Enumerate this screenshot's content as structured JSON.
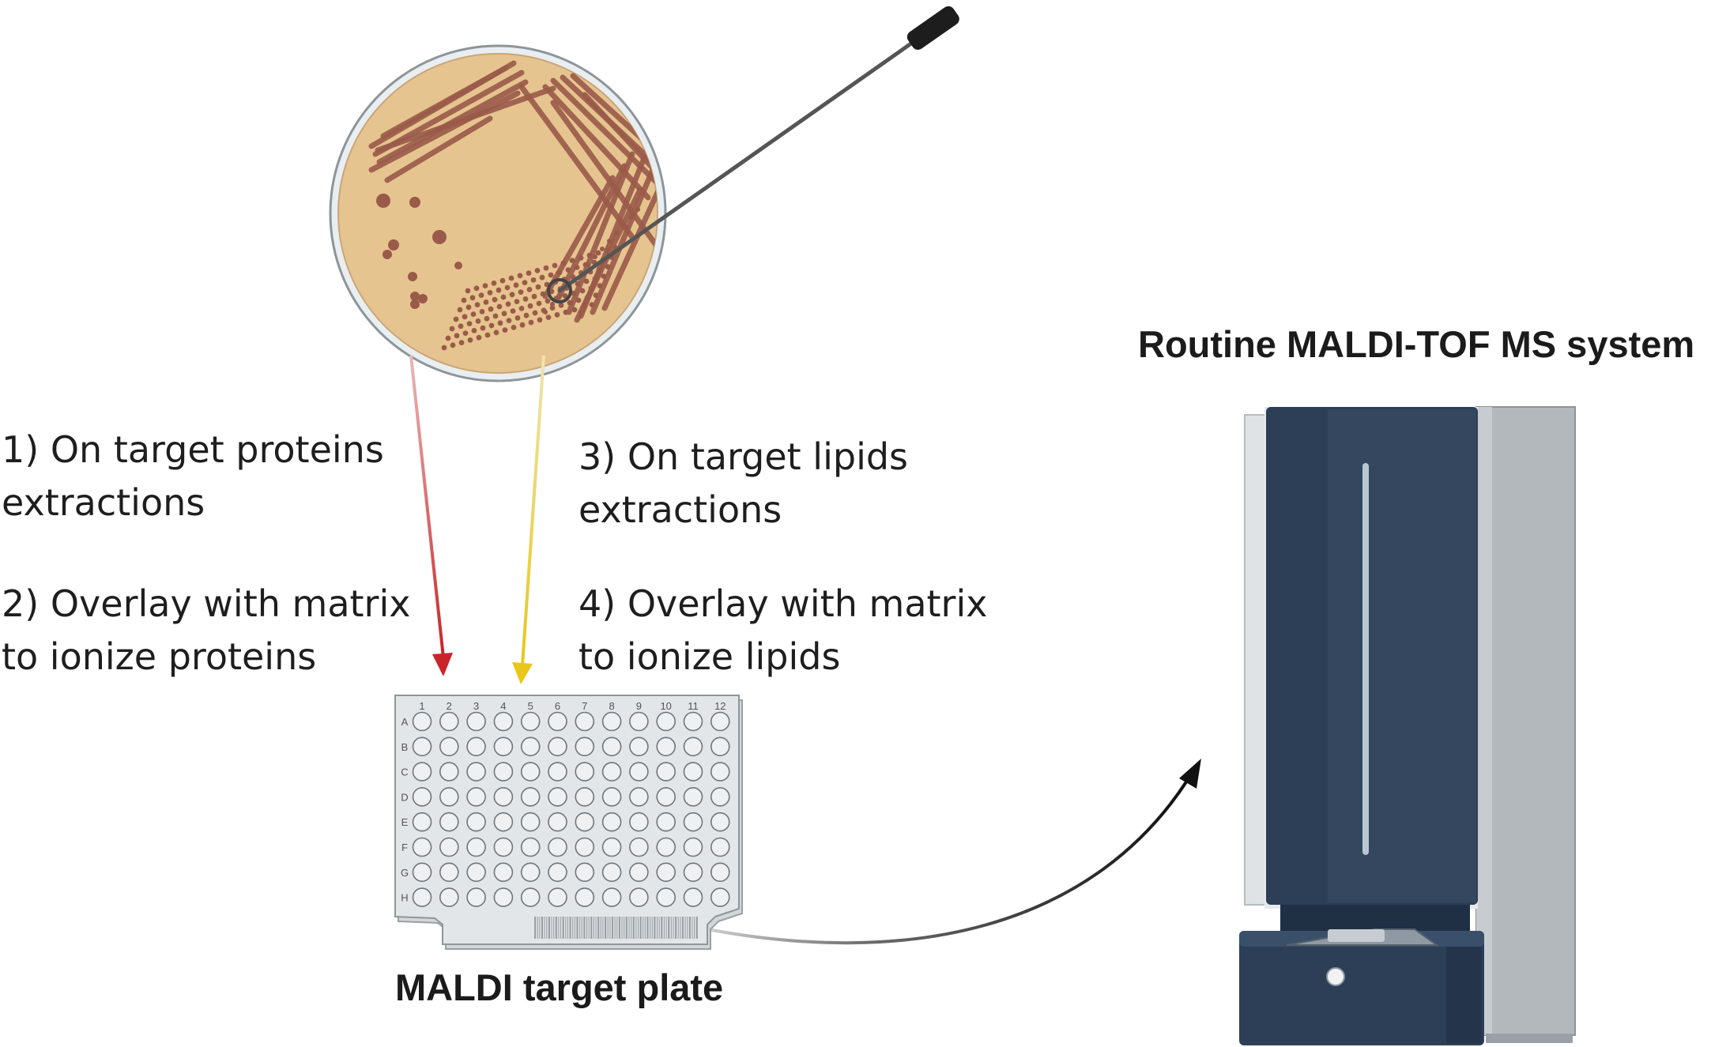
{
  "steps": {
    "step1": {
      "line1": "1) On target proteins",
      "line2": "extractions"
    },
    "step2": {
      "line1": "2) Overlay with matrix",
      "line2": "to ionize proteins"
    },
    "step3": {
      "line1": "3) On target lipids",
      "line2": "extractions"
    },
    "step4": {
      "line1": "4) Overlay with matrix",
      "line2": "to ionize lipids"
    }
  },
  "plate": {
    "caption": "MALDI target plate",
    "columns": [
      "1",
      "2",
      "3",
      "4",
      "5",
      "6",
      "7",
      "8",
      "9",
      "10",
      "11",
      "12"
    ],
    "rows": [
      "A",
      "B",
      "C",
      "D",
      "E",
      "F",
      "G",
      "H"
    ]
  },
  "system": {
    "caption": "Routine MALDI-TOF MS system"
  },
  "colors": {
    "agar": "#e6c48f",
    "colony": "#9a5a4a",
    "protein_arrow": "#c8242a",
    "lipid_arrow": "#e8c61a",
    "instrument_navy": "#2c3f57",
    "plate_gray": "#dfe2e4"
  }
}
